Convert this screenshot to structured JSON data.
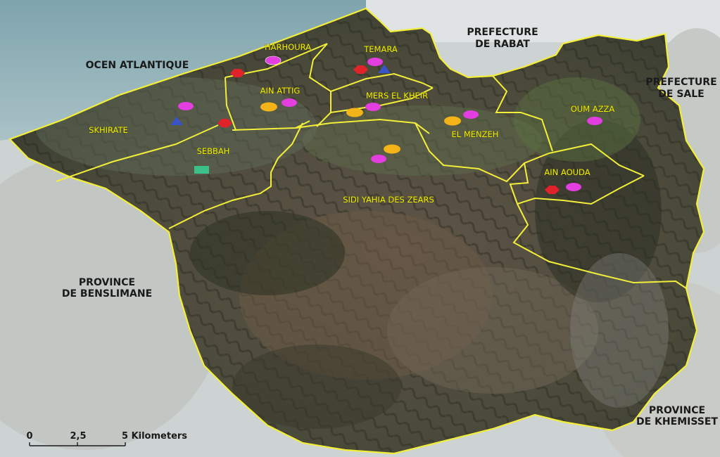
{
  "outside_labels": {
    "ocean": "OCEN ATLANTIQUE",
    "rabat_line1": "PREFECTURE",
    "rabat_line2": "DE RABAT",
    "sale_line1": "PREFECTURE",
    "sale_line2": "DE SALE",
    "benslimane_line1": "PROVINCE",
    "benslimane_line2": "DE BENSLIMANE",
    "khemisset_line1": "PROVINCE",
    "khemisset_line2": "DE KHEMISSET"
  },
  "communes": {
    "harhoura": "HARHOURA",
    "temara": "TEMARA",
    "ain_attig": "AIN ATTIG",
    "mers_el_kheir": "MERS EL KHEIR",
    "skhirate": "SKHIRATE",
    "sebbah": "SEBBAH",
    "el_menzeh": "EL MENZEH",
    "oum_azza": "OUM AZZA",
    "ain_aouda": "AIN AOUDA",
    "sidi_yahia": "SIDI YAHIA DES ZEARS"
  },
  "scale_bar": {
    "tick_0": "0",
    "tick_1": "2,5",
    "tick_2": "5 Kilometers"
  },
  "colors": {
    "boundary": "#f2ee3a",
    "marker_magenta": "#e23ee0",
    "marker_orange": "#f2b418",
    "marker_red": "#e0232a",
    "marker_blue": "#3a54c8",
    "marker_green": "#3dbf8a"
  }
}
